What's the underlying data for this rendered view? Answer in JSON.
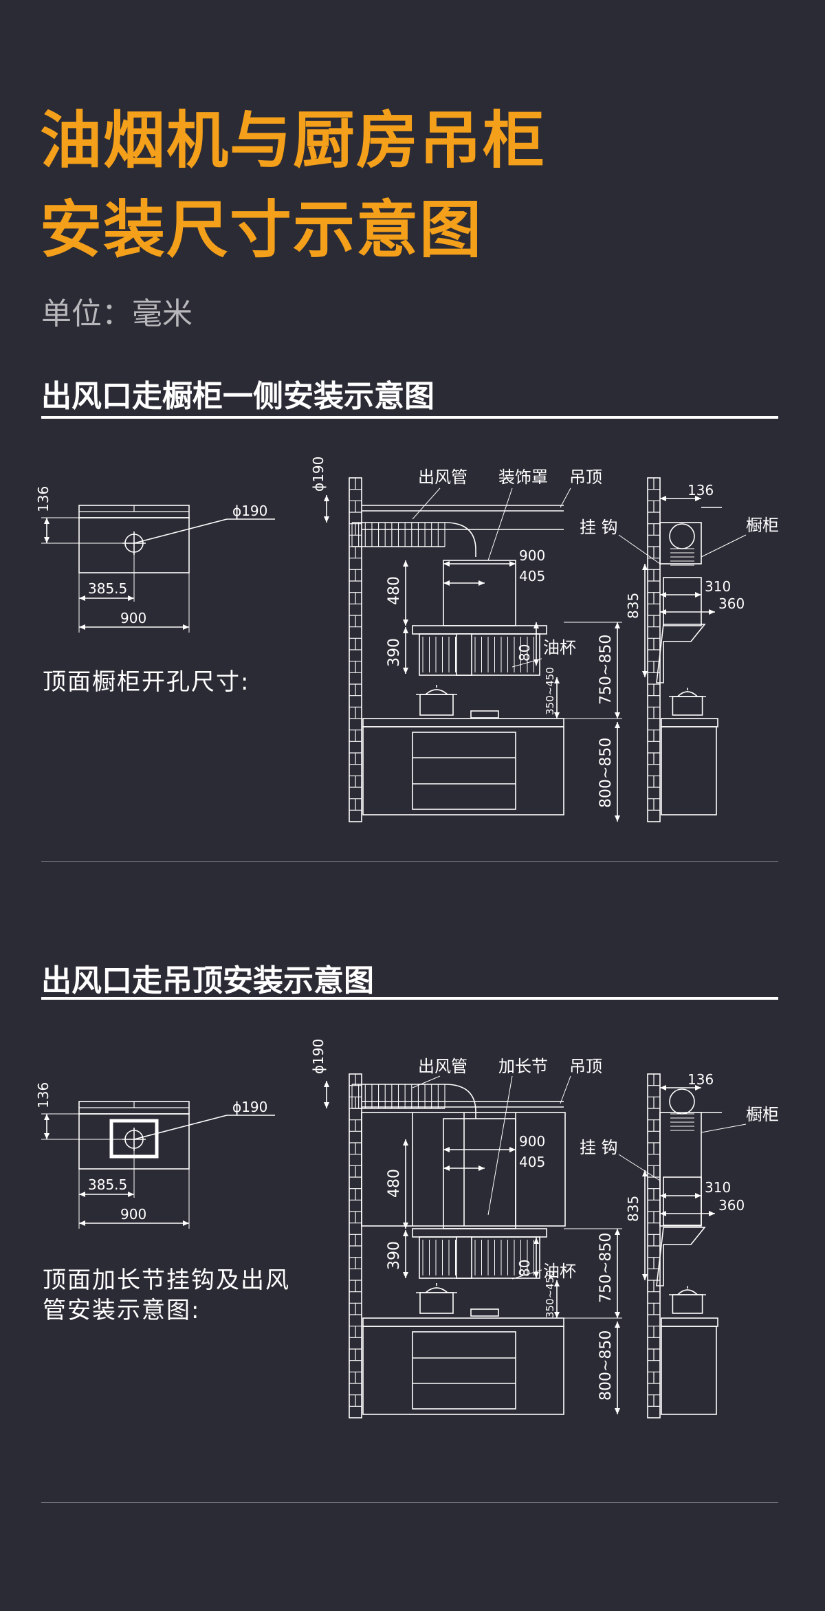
{
  "title": {
    "line1": "油烟机与厨房吊柜",
    "line2": "安装尺寸示意图"
  },
  "unit_label": "单位：毫米",
  "colors": {
    "background": "#2b2b35",
    "accent": "#f5a01a",
    "line": "#ffffff"
  },
  "sections": [
    {
      "title": "出风口走橱柜一侧安装示意图",
      "caption": "顶面橱柜开孔尺寸:",
      "labels": {
        "duct": "出风管",
        "cover": "装饰罩",
        "ceiling": "吊顶",
        "hook": "挂 钩",
        "cabinet": "橱柜",
        "oil_cup": "油杯"
      },
      "dims": {
        "side_h": "136",
        "dia": "ϕ190",
        "half_w": "385.5",
        "full_w": "900",
        "front_w": "900",
        "front_inner": "405",
        "h480": "480",
        "h390": "390",
        "h80": "80",
        "h750": "750~850",
        "h350": "350~450",
        "h800": "800~850",
        "r136": "136",
        "r310": "310",
        "r360": "360",
        "r835": "835"
      }
    },
    {
      "title": "出风口走吊顶安装示意图",
      "caption": "顶面加长节挂钩及出风管安装示意图:",
      "labels": {
        "duct": "出风管",
        "cover": "加长节",
        "ceiling": "吊顶",
        "hook": "挂 钩",
        "cabinet": "橱柜",
        "oil_cup": "油杯"
      },
      "dims": {
        "side_h": "136",
        "dia": "ϕ190",
        "half_w": "385.5",
        "full_w": "900",
        "front_w": "900",
        "front_inner": "405",
        "h480": "480",
        "h390": "390",
        "h80": "80",
        "h750": "750~850",
        "h350": "350~450",
        "h800": "800~850",
        "r136": "136",
        "r310": "310",
        "r360": "360",
        "r835": "835"
      }
    }
  ]
}
